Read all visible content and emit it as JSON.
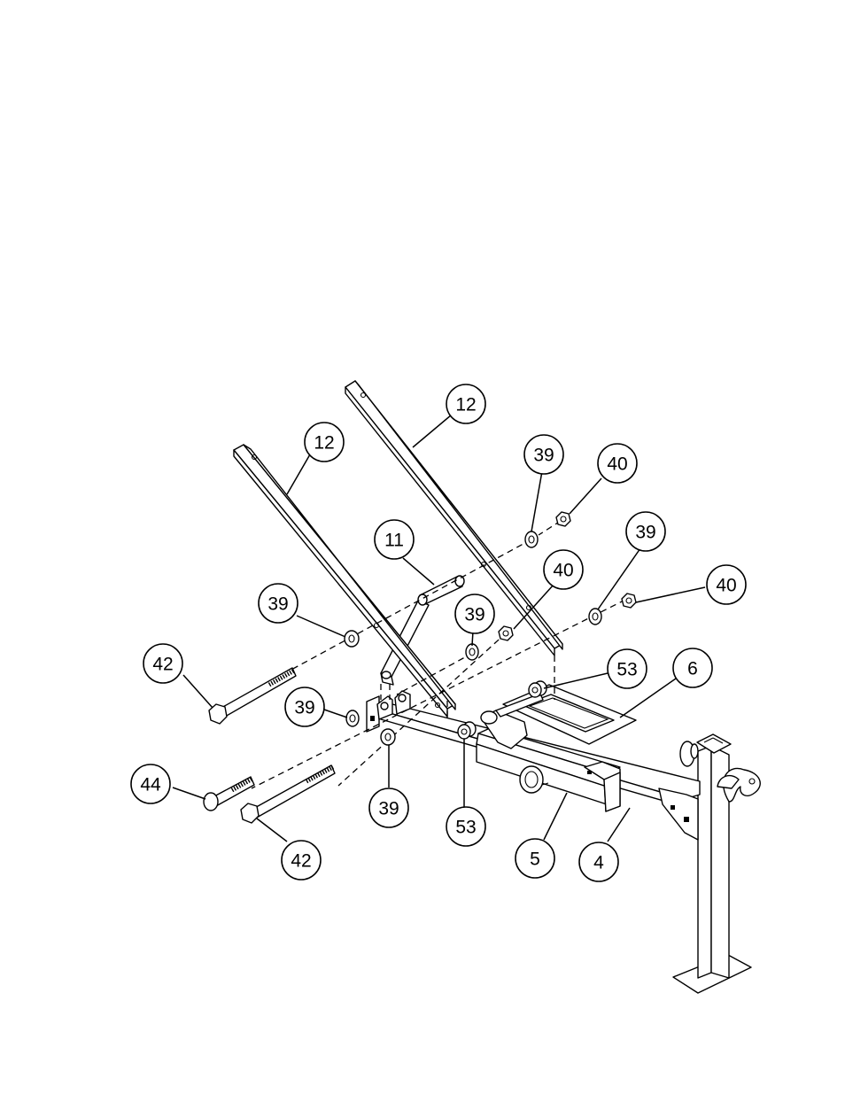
{
  "callouts": [
    {
      "id": "c12a",
      "label": "12"
    },
    {
      "id": "c12b",
      "label": "12"
    },
    {
      "id": "c39a",
      "label": "39"
    },
    {
      "id": "c40a",
      "label": "40"
    },
    {
      "id": "c39b",
      "label": "39"
    },
    {
      "id": "c40b",
      "label": "40"
    },
    {
      "id": "c11",
      "label": "11"
    },
    {
      "id": "c40c",
      "label": "40"
    },
    {
      "id": "c39c",
      "label": "39"
    },
    {
      "id": "c39d",
      "label": "39"
    },
    {
      "id": "c42a",
      "label": "42"
    },
    {
      "id": "c53a",
      "label": "53"
    },
    {
      "id": "c6",
      "label": "6"
    },
    {
      "id": "c39e",
      "label": "39"
    },
    {
      "id": "c44",
      "label": "44"
    },
    {
      "id": "c39f",
      "label": "39"
    },
    {
      "id": "c53b",
      "label": "53"
    },
    {
      "id": "c5",
      "label": "5"
    },
    {
      "id": "c4",
      "label": "4"
    },
    {
      "id": "c42b",
      "label": "42"
    }
  ]
}
